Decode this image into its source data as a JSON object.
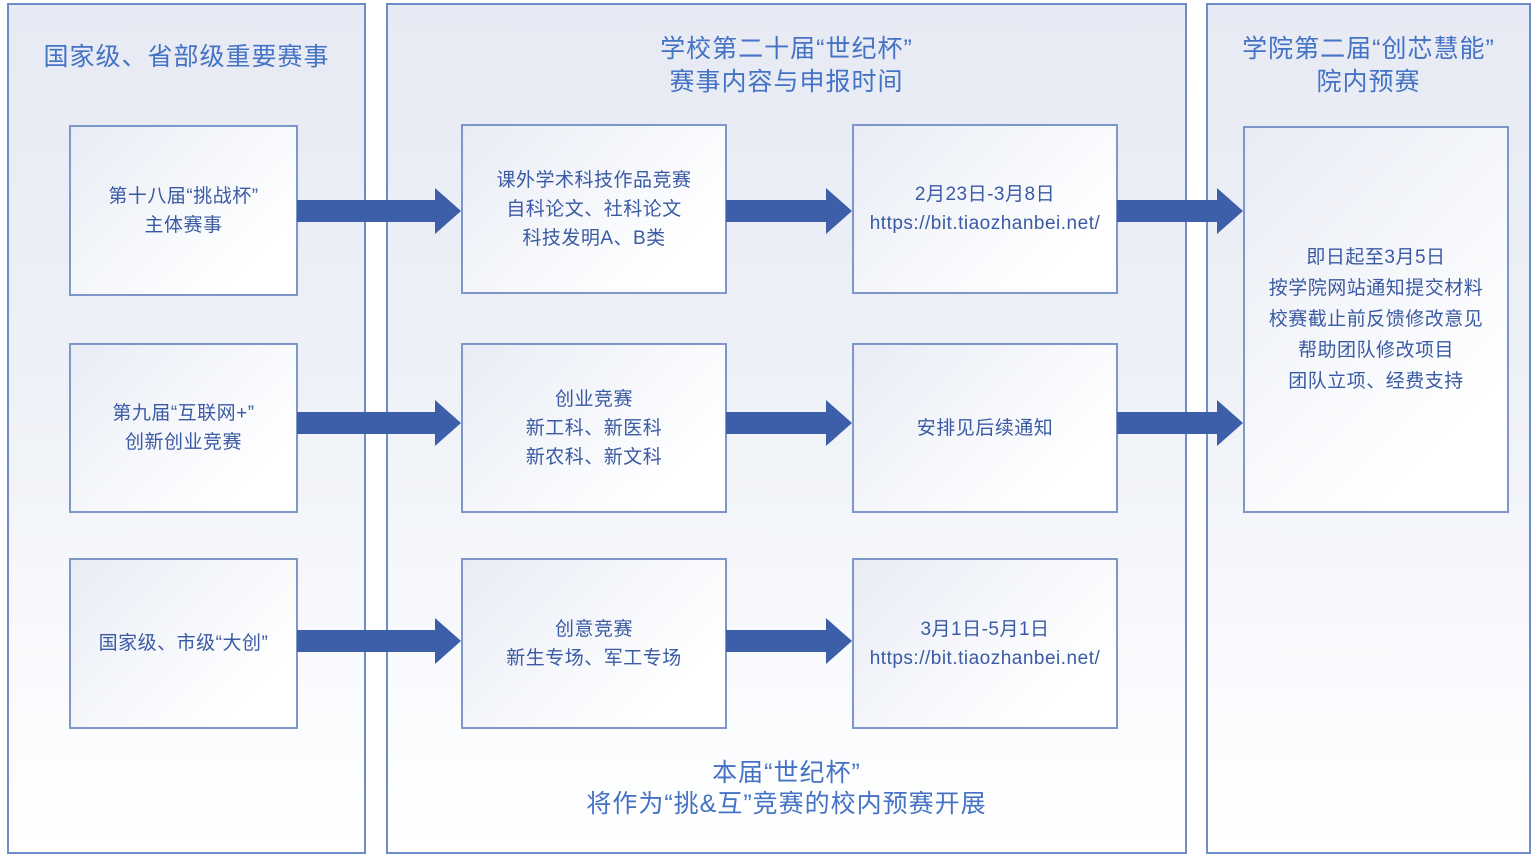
{
  "colors": {
    "arrow": "#3d5fa9",
    "title_text": "#4472c4",
    "box_text": "#3a5aa4",
    "panel_border": "#6e8cc9",
    "box_border": "#7e97cb",
    "panel_tint": "#e7eaf4"
  },
  "left_panel": {
    "title": "国家级、省部级重要赛事",
    "boxes": [
      {
        "lines": [
          "第十八届“挑战杯”",
          "主体赛事"
        ]
      },
      {
        "lines": [
          "第九届“互联网+”",
          "创新创业竞赛"
        ]
      },
      {
        "lines": [
          "国家级、市级“大创”"
        ]
      }
    ]
  },
  "middle_panel": {
    "title_lines": [
      "学校第二十届“世纪杯”",
      "赛事内容与申报时间"
    ],
    "content_boxes": [
      {
        "lines": [
          "课外学术科技作品竞赛",
          "自科论文、社科论文",
          "科技发明A、B类"
        ]
      },
      {
        "lines": [
          "创业竞赛",
          "新工科、新医科",
          "新农科、新文科"
        ]
      },
      {
        "lines": [
          "创意竞赛",
          "新生专场、军工专场"
        ]
      }
    ],
    "schedule_boxes": [
      {
        "lines": [
          "2月23日-3月8日",
          "https://bit.tiaozhanbei.net/"
        ]
      },
      {
        "lines": [
          "安排见后续通知"
        ]
      },
      {
        "lines": [
          "3月1日-5月1日",
          "https://bit.tiaozhanbei.net/"
        ]
      }
    ],
    "footnote_lines": [
      "本届“世纪杯”",
      "将作为“挑&互”竞赛的校内预赛开展"
    ]
  },
  "right_panel": {
    "title_lines": [
      "学院第二届“创芯慧能”",
      "院内预赛"
    ],
    "box": {
      "lines": [
        "即日起至3月5日",
        "按学院网站通知提交材料",
        "校赛截止前反馈修改意见",
        "帮助团队修改项目",
        "团队立项、经费支持"
      ]
    }
  }
}
